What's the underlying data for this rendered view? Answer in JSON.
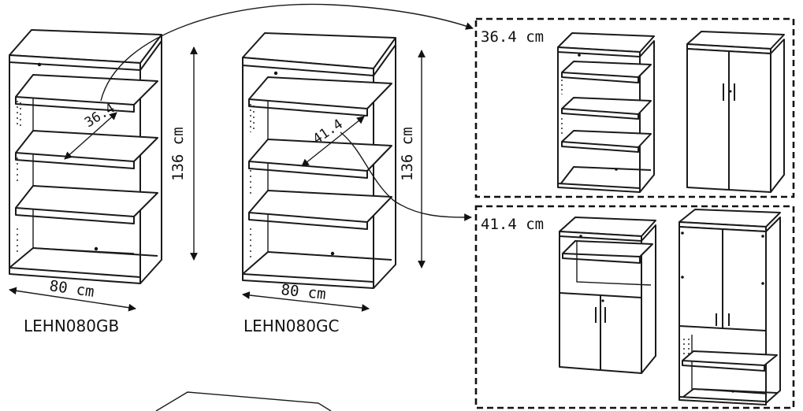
{
  "products": [
    {
      "code": "LEHN080GB",
      "width": "80 cm",
      "height": "136 cm",
      "depth": "36.4"
    },
    {
      "code": "LEHN080GC",
      "width": "80 cm",
      "height": "136 cm",
      "depth": "41.4"
    }
  ],
  "variants": [
    {
      "depth_label": "36.4 cm"
    },
    {
      "depth_label": "41.4 cm"
    }
  ]
}
